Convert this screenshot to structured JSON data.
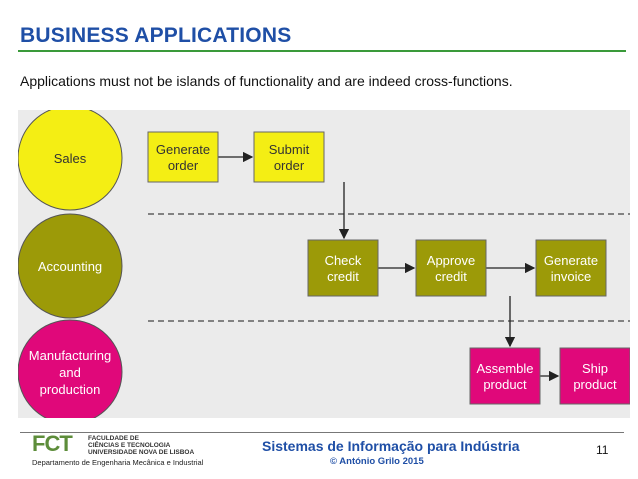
{
  "header": {
    "title": "BUSINESS APPLICATIONS",
    "subtitle": "Applications must not be islands of functionality and are indeed cross-functions."
  },
  "diagram": {
    "lanes": [
      {
        "label": [
          "Sales"
        ],
        "color": "#f4ee14"
      },
      {
        "label": [
          "Accounting"
        ],
        "color": "#9c9a08"
      },
      {
        "label": [
          "Manufacturing",
          "and",
          "production"
        ],
        "color": "#e0087a"
      }
    ],
    "steps": [
      {
        "label": [
          "Generate",
          "order"
        ],
        "lane": 0
      },
      {
        "label": [
          "Submit",
          "order"
        ],
        "lane": 0
      },
      {
        "label": [
          "Check",
          "credit"
        ],
        "lane": 1
      },
      {
        "label": [
          "Approve",
          "credit"
        ],
        "lane": 1
      },
      {
        "label": [
          "Generate",
          "invoice"
        ],
        "lane": 1
      },
      {
        "label": [
          "Assemble",
          "product"
        ],
        "lane": 2
      },
      {
        "label": [
          "Ship",
          "product"
        ],
        "lane": 2
      }
    ]
  },
  "footer": {
    "logo_text": "FCT",
    "logo_lines": [
      "FACULDADE DE",
      "CIÊNCIAS E TECNOLOGIA",
      "UNIVERSIDADE NOVA DE LISBOA"
    ],
    "department": "Departamento de Engenharia Mecânica e Industrial",
    "course": "Sistemas de Informação para Indústria",
    "author": "© António Grilo     2015",
    "page_number": "11"
  }
}
